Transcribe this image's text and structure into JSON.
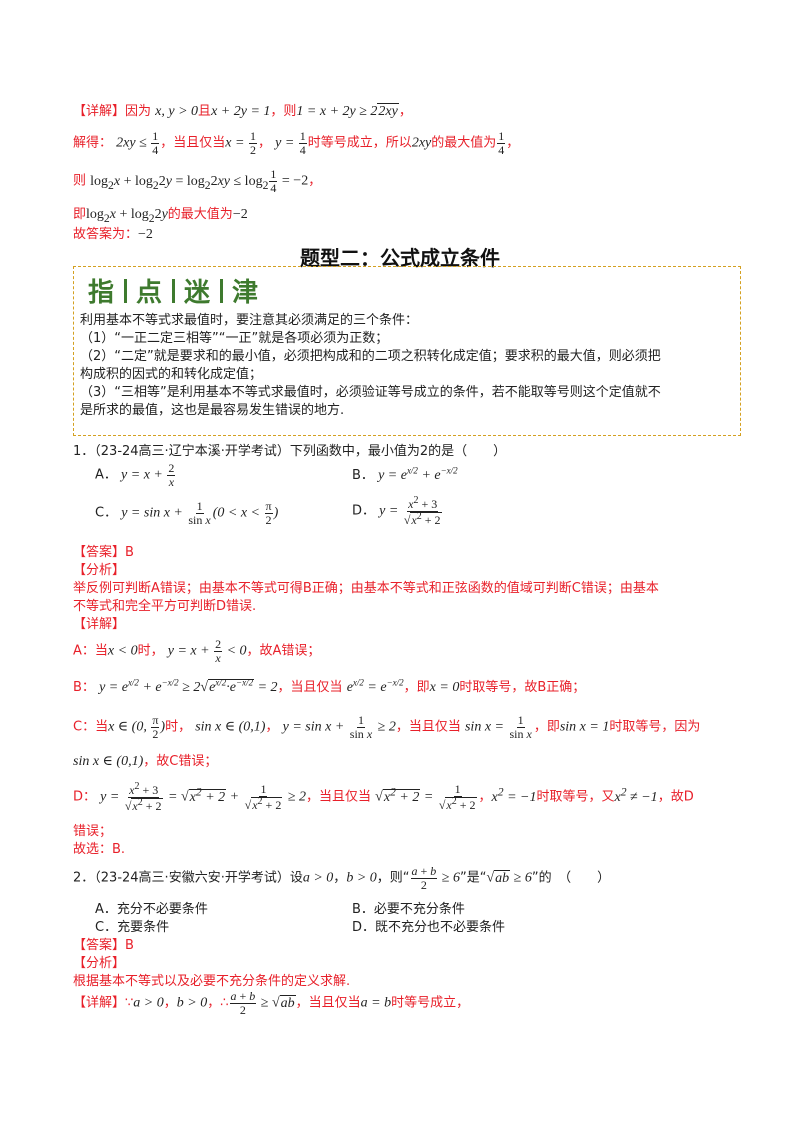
{
  "detail1": {
    "tag": "【详解】",
    "p1": "因为",
    "p2": "且",
    "p3": "，则",
    "p4": "，"
  },
  "solve1": {
    "lead": "解得：",
    "p1": "，当且仅当",
    "p2": "，",
    "p3": "时等号成立，所以",
    "p4": "的最大值为",
    "p5": "，"
  },
  "then1": {
    "lead": "则"
  },
  "max1": {
    "lead": "即",
    "mid": "的最大值为",
    "val": "−2"
  },
  "answer0": {
    "label": "故答案为：",
    "val": "−2"
  },
  "section_title": "题型二：公式成立条件",
  "guide": {
    "chars": [
      "指",
      "点",
      "迷",
      "津"
    ],
    "lines": [
      "利用基本不等式求最值时，要注意其必须满足的三个条件：",
      "（1）“一正二定三相等”“一正”就是各项必须为正数；",
      "（2）“二定”就是要求和的最小值，必须把构成和的二项之积转化成定值；要求积的最大值，则必须把",
      "构成积的因式的和转化成定值；",
      "（3）“三相等”是利用基本不等式求最值时，必须验证等号成立的条件，若不能取等号则这个定值就不",
      "是所求的最值，这也是最容易发生错误的地方."
    ]
  },
  "q1": {
    "num": "1．",
    "src": "（23-24高三·辽宁本溪·开学考试）",
    "stem": "下列函数中，最小值为2的是（　　）",
    "options": [
      "A．",
      "B．",
      "C．",
      "D．"
    ]
  },
  "a1": {
    "answer_tag": "【答案】",
    "answer": "B",
    "analysis_tag": "【分析】",
    "analysis": [
      "举反例可判断A错误；由基本不等式可得B正确；由基本不等式和正弦函数的值域可判断C错误；由基本",
      "不等式和完全平方可判断D错误."
    ],
    "detail_tag": "【详解】",
    "A": {
      "p1": "A：当",
      "p2": "时，",
      "p3": "，故A错误；"
    },
    "B": {
      "p1": "B：",
      "p2": "，当且仅当",
      "p3": "，即",
      "p4": "时取等号，故B正确；"
    },
    "C": {
      "p1": "C：当",
      "p2": "时，",
      "p3": "，当且仅当",
      "p4": "，即",
      "p5": "时取等号，因为",
      "p6": "，故C错误；"
    },
    "D": {
      "p1": "D：",
      "p2": "，当且仅当",
      "p3": "，",
      "p4": "时取等号，又",
      "p5": "，故D",
      "p6": "错误；"
    },
    "choose": "故选：B."
  },
  "q2": {
    "num": "2．",
    "src": "（23-24高三·安徽六安·开学考试）",
    "p1": "设",
    "p2": "，",
    "p3": "，则“",
    "p4": "”是“",
    "p5": "”的　（　　）",
    "options": [
      "A．充分不必要条件",
      "B．必要不充分条件",
      "C．充要条件",
      "D．既不充分也不必要条件"
    ]
  },
  "a2": {
    "answer_tag": "【答案】",
    "answer": "B",
    "analysis_tag": "【分析】",
    "analysis": "根据基本不等式以及必要不充分条件的定义求解.",
    "detail_tag": "【详解】",
    "p1": "∵",
    "p2": "，",
    "p3": "，∴",
    "p4": "，当且仅当",
    "p5": "时等号成立，"
  }
}
